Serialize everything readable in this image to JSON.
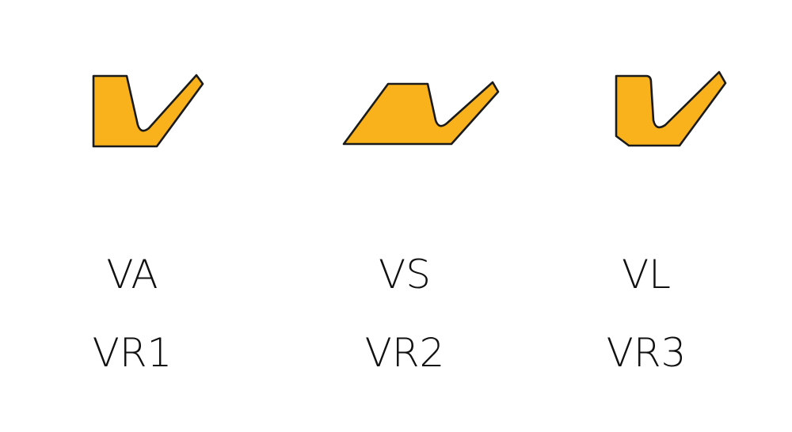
{
  "colors": {
    "seal_fill": "#F9B21B",
    "seal_outline": "#1A1A1A",
    "label_text": "#111111"
  },
  "seals": [
    {
      "name": "va-vr1",
      "labels": [
        "VA",
        "VR1"
      ]
    },
    {
      "name": "vs-vr2",
      "labels": [
        "VS",
        "VR2"
      ]
    },
    {
      "name": "vl-vr3",
      "labels": [
        "VL",
        "VR3"
      ]
    }
  ]
}
